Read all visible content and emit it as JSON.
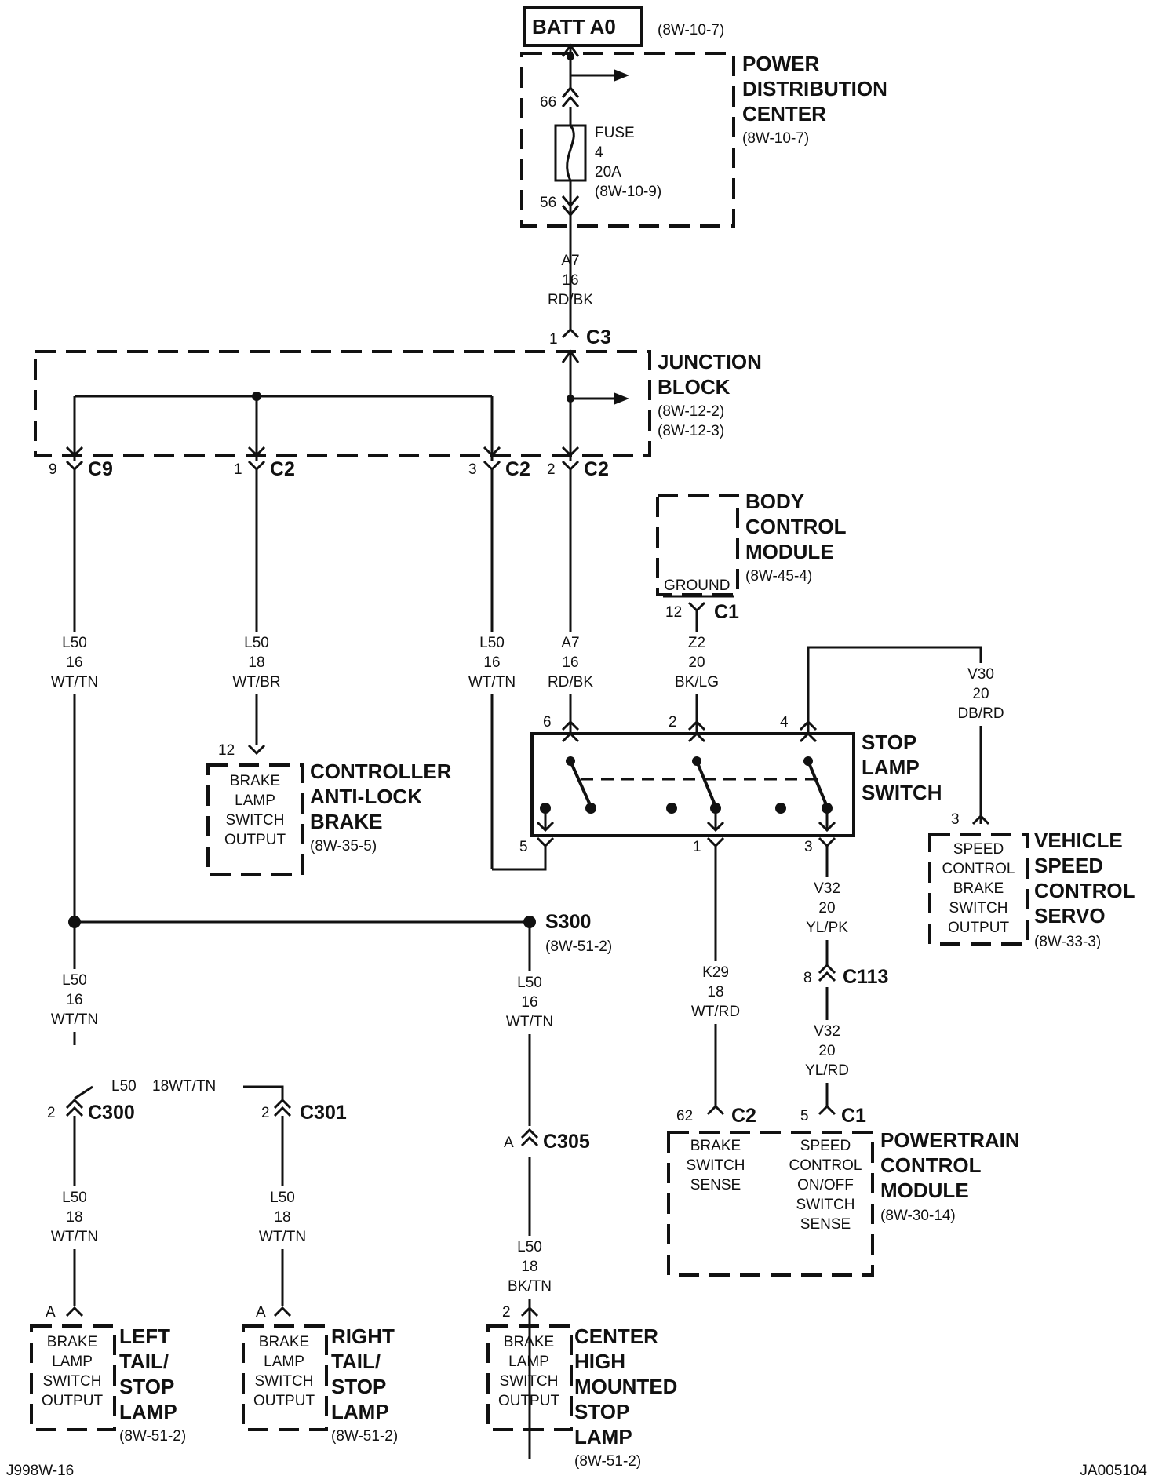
{
  "batt": {
    "label": "BATT A0",
    "ref": "(8W-10-7)"
  },
  "pdc": {
    "title": [
      "POWER",
      "DISTRIBUTION",
      "CENTER"
    ],
    "ref": "(8W-10-7)",
    "pin_top": "66",
    "pin_bot": "56",
    "fuse": [
      "FUSE",
      "4",
      "20A",
      "(8W-10-9)"
    ]
  },
  "wire_a7_top": [
    "A7",
    "16",
    "RD/BK"
  ],
  "c3": {
    "pin": "1",
    "name": "C3"
  },
  "junction_block": {
    "title": [
      "JUNCTION",
      "BLOCK"
    ],
    "refs": [
      "(8W-12-2)",
      "(8W-12-3)"
    ]
  },
  "jb_conns": [
    {
      "pin": "9",
      "name": "C9"
    },
    {
      "pin": "1",
      "name": "C2"
    },
    {
      "pin": "3",
      "name": "C2"
    },
    {
      "pin": "2",
      "name": "C2"
    }
  ],
  "bcm": {
    "title": [
      "BODY",
      "CONTROL",
      "MODULE"
    ],
    "ref": "(8W-45-4)",
    "inner": "GROUND",
    "pin": "12",
    "conn": "C1"
  },
  "wires_mid": [
    [
      "L50",
      "16",
      "WT/TN"
    ],
    [
      "L50",
      "18",
      "WT/BR"
    ],
    [
      "L50",
      "16",
      "WT/TN"
    ],
    [
      "A7",
      "16",
      "RD/BK"
    ],
    [
      "Z2",
      "20",
      "BK/LG"
    ],
    [
      "V30",
      "20",
      "DB/RD"
    ]
  ],
  "abs": {
    "pin": "12",
    "inner": [
      "BRAKE",
      "LAMP",
      "SWITCH",
      "OUTPUT"
    ],
    "title": [
      "CONTROLLER",
      "ANTI-LOCK",
      "BRAKE"
    ],
    "ref": "(8W-35-5)"
  },
  "stop_switch": {
    "title": [
      "STOP",
      "LAMP",
      "SWITCH"
    ],
    "pins": [
      "6",
      "2",
      "4",
      "5",
      "1",
      "3"
    ]
  },
  "vsc": {
    "pin": "3",
    "inner": [
      "SPEED",
      "CONTROL",
      "BRAKE",
      "SWITCH",
      "OUTPUT"
    ],
    "title": [
      "VEHICLE",
      "SPEED",
      "CONTROL",
      "SERVO"
    ],
    "ref": "(8W-33-3)"
  },
  "s300": {
    "name": "S300",
    "ref": "(8W-51-2)"
  },
  "wire_v32_a": [
    "V32",
    "20",
    "YL/PK"
  ],
  "c113": {
    "pin": "8",
    "name": "C113"
  },
  "wire_v32_b": [
    "V32",
    "20",
    "YL/RD"
  ],
  "wire_k29": [
    "K29",
    "18",
    "WT/RD"
  ],
  "wire_l50_left": [
    "L50",
    "16",
    "WT/TN"
  ],
  "wire_l50_center": [
    "L50",
    "16",
    "WT/TN"
  ],
  "c300": {
    "pin": "2",
    "name": "C300"
  },
  "c301": {
    "pin": "2",
    "name": "C301"
  },
  "c305": {
    "pin": "A",
    "name": "C305"
  },
  "wire_bridge": {
    "code": "L50",
    "spec": "18WT/TN"
  },
  "wire_low_left": [
    "L50",
    "18",
    "WT/TN"
  ],
  "wire_low_right": [
    "L50",
    "18",
    "WT/TN"
  ],
  "wire_low_center": [
    "L50",
    "18",
    "BK/TN"
  ],
  "pcm": {
    "conn1": {
      "pin": "62",
      "name": "C2"
    },
    "conn2": {
      "pin": "5",
      "name": "C1"
    },
    "inner1": [
      "BRAKE",
      "SWITCH",
      "SENSE"
    ],
    "inner2": [
      "SPEED",
      "CONTROL",
      "ON/OFF",
      "SWITCH",
      "SENSE"
    ],
    "title": [
      "POWERTRAIN",
      "CONTROL",
      "MODULE"
    ],
    "ref": "(8W-30-14)"
  },
  "lamp_left": {
    "pin": "A",
    "inner": [
      "BRAKE",
      "LAMP",
      "SWITCH",
      "OUTPUT"
    ],
    "title": [
      "LEFT",
      "TAIL/",
      "STOP",
      "LAMP"
    ],
    "ref": "(8W-51-2)"
  },
  "lamp_right": {
    "pin": "A",
    "inner": [
      "BRAKE",
      "LAMP",
      "SWITCH",
      "OUTPUT"
    ],
    "title": [
      "RIGHT",
      "TAIL/",
      "STOP",
      "LAMP"
    ],
    "ref": "(8W-51-2)"
  },
  "lamp_center": {
    "pin": "2",
    "inner": [
      "BRAKE",
      "LAMP",
      "SWITCH",
      "OUTPUT"
    ],
    "title": [
      "CENTER",
      "HIGH",
      "MOUNTED",
      "STOP",
      "LAMP"
    ],
    "ref": "(8W-51-2)"
  },
  "footer": {
    "left": "J998W-16",
    "right": "JA005104"
  }
}
